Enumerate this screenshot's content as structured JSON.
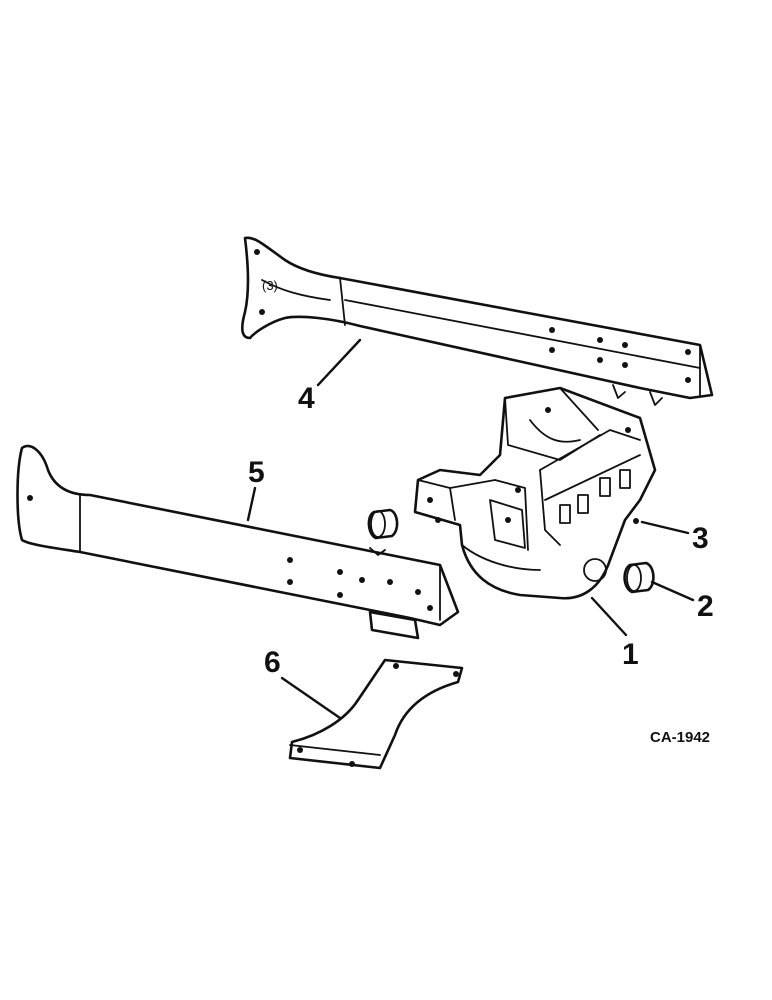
{
  "diagram": {
    "drawing_code": "CA-1942",
    "callouts": [
      {
        "id": "1",
        "label": "1"
      },
      {
        "id": "2",
        "label": "2"
      },
      {
        "id": "3",
        "label": "3"
      },
      {
        "id": "4",
        "label": "4"
      },
      {
        "id": "5",
        "label": "5"
      },
      {
        "id": "6",
        "label": "6"
      }
    ]
  }
}
